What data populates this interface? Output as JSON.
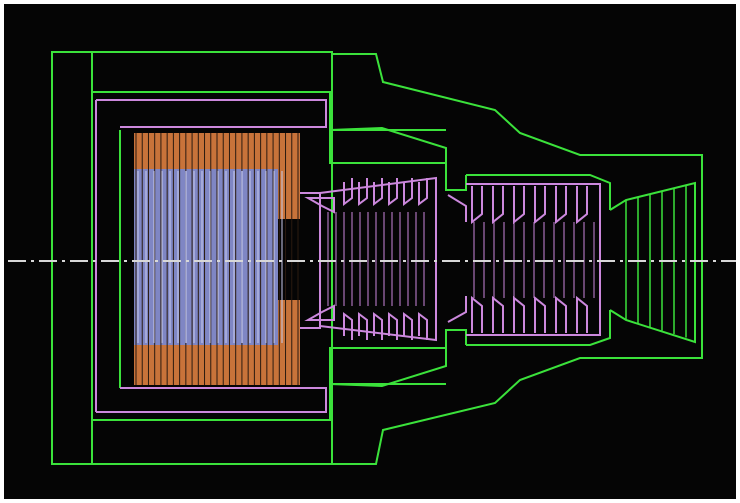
{
  "diagram": {
    "kind": "turbine-engine-cross-section",
    "background_color": "#050505",
    "frame_color": "#ffffff",
    "colors": {
      "casing_outline": "#3be23b",
      "rotor_outline": "#cc88dd",
      "fan_blades": "#c8733a",
      "fan_core": "#7f86c4",
      "centerline": "#d8d8d8"
    },
    "components": {
      "fan_blade_count": 26,
      "compressor_stage_pairs": 6,
      "turbine_stage_pairs": 6,
      "nozzle_rings": 6
    },
    "centerline_style": "dash-dot"
  }
}
